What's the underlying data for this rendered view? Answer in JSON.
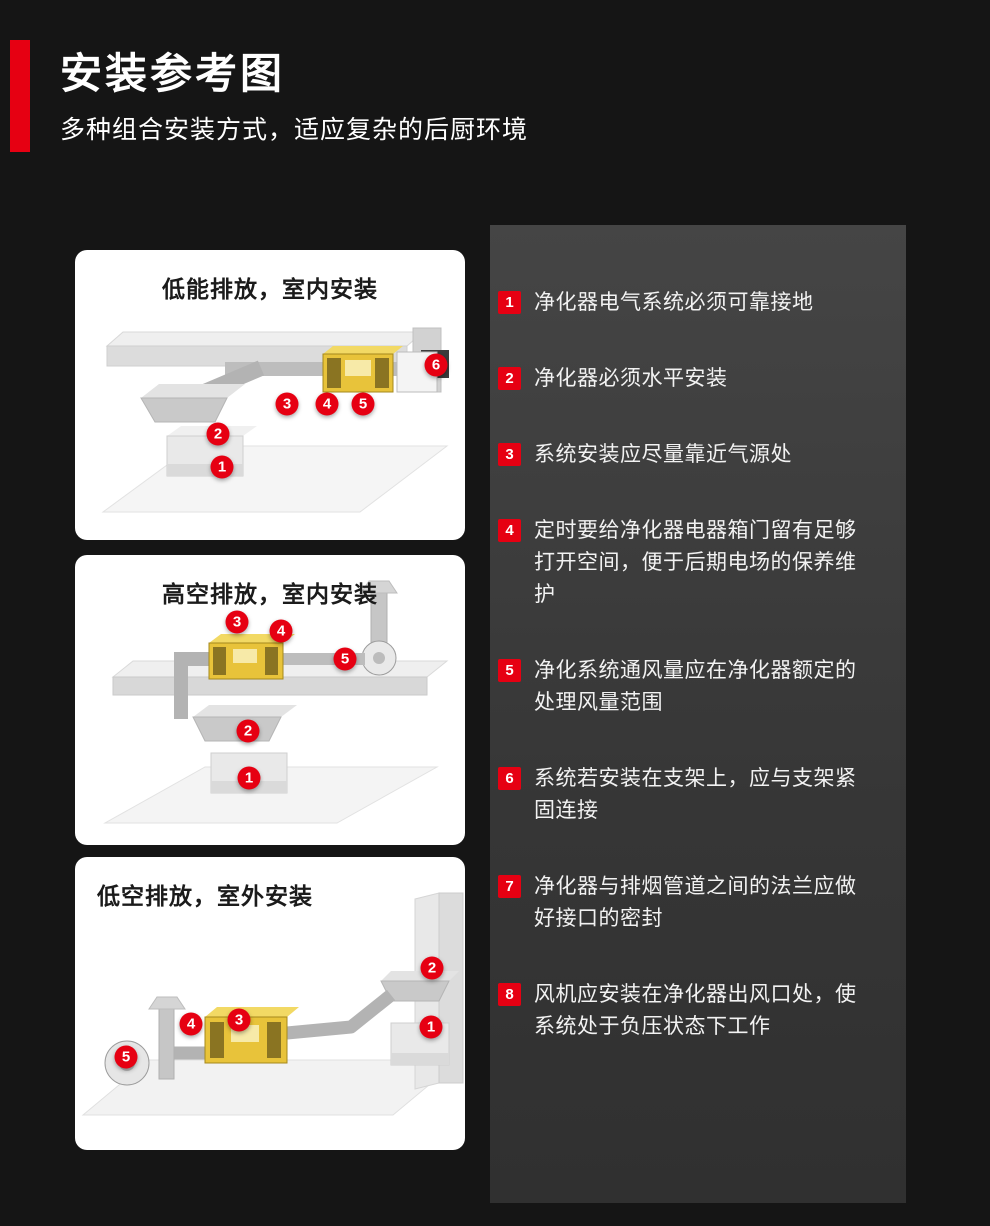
{
  "header": {
    "title": "安装参考图",
    "subtitle": "多种组合安装方式，适应复杂的后厨环境"
  },
  "panels": [
    {
      "title": "低能排放，室内安装",
      "markers": [
        "1",
        "2",
        "3",
        "4",
        "5",
        "6"
      ]
    },
    {
      "title": "高空排放，室内安装",
      "markers": [
        "1",
        "2",
        "3",
        "4",
        "5"
      ]
    },
    {
      "title": "低空排放，室外安装",
      "markers": [
        "1",
        "2",
        "3",
        "4",
        "5"
      ]
    }
  ],
  "notes": [
    {
      "num": "1",
      "text": "净化器电气系统必须可靠接地"
    },
    {
      "num": "2",
      "text": "净化器必须水平安装"
    },
    {
      "num": "3",
      "text": "系统安装应尽量靠近气源处"
    },
    {
      "num": "4",
      "text": "定时要给净化器电器箱门留有足够打开空间，便于后期电场的保养维护"
    },
    {
      "num": "5",
      "text": "净化系统通风量应在净化器额定的处理风量范围"
    },
    {
      "num": "6",
      "text": "系统若安装在支架上，应与支架紧固连接"
    },
    {
      "num": "7",
      "text": "净化器与排烟管道之间的法兰应做好接口的密封"
    },
    {
      "num": "8",
      "text": "风机应安装在净化器出风口处，使系统处于负压状态下工作"
    }
  ],
  "colors": {
    "accent_red": "#e60012",
    "page_bg": "#151515",
    "panel_bg": "#ffffff",
    "notes_bg": "#3b3b3b",
    "purifier_yellow": "#e8c33a"
  }
}
